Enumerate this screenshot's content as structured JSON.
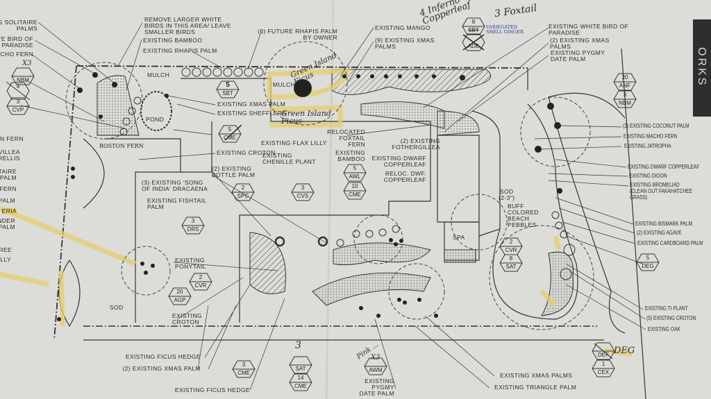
{
  "left_edge_labels": [
    "NG SOLITAIRE\nPALMS",
    "TE BIRD OF\nPARADISE",
    "ACHO FERN",
    "N FERN",
    "VILLEA\nRELLIS",
    "ITAIRE\nPALM",
    "FERN",
    "PALM",
    "ERIA",
    "NDER\nPALM",
    "REE",
    "LLY"
  ],
  "top_labels": {
    "remove_birds": "REMOVE LARGER WHITE\nBIRDS IN THIS AREA/ LEAVE\nSMALLER BIRDS",
    "bamboo": "EXISTING BAMBOO",
    "rhapis": "EXISTING RHAPIS PALM",
    "future_rhapis": "(6) FUTURE RHAPIS PALM\nBY OWNER",
    "mango": "EXISTING MANGO",
    "xmas9": "(9) EXISTING XMAS\nPALMS",
    "white_bird": "EXISTING WHITE BIRD OF\nPARADISE",
    "xmas2": "(2) EXISTING XMAS\nPALMS",
    "pygmy": "EXISTING PYGMY\nDATE PALM"
  },
  "center_labels": {
    "mulch": "MULCH",
    "mulch2": "MULCH",
    "pond": "POND",
    "xmas_palm": "EXISTING XMAS PALM",
    "shefflera": "EXISTING SHEFFLERA",
    "croton": "EXISTING CROTON",
    "flax": "EXISTING FLAX LILLY",
    "chenille": "EXISTING\nCHENILLE PLANT",
    "bottle": "(2) EXISTING\nBOTTLE PALM",
    "dracaena": "(3) EXISTING 'SONG\nOF INDIA' DRACAENA",
    "fishtail": "EXISTING FISHTAIL\nPALM",
    "ponytail": "EXISTING\nPONYTAIL",
    "croton2": "EXISTING\nCROTON",
    "sod": "SOD",
    "foxtail": "RELOCATED\nFOXTAIL\nFERN",
    "bamboo2": "EXISTING\nBAMBOO",
    "fothergillea": "(2) EXISTING\nFOTHERGILLEA",
    "dwarf_copper": "EXISTING DWARF\nCOPPERLEAF",
    "reloc_copper": "RELOC. DWF.\nCOPPERLEAF",
    "sod2": "SOD\n(2-3\")",
    "pebbles": "BUFF\nCOLORED\nBEACH\nPEBBLES",
    "spa": "SPA"
  },
  "right_labels": {
    "coconut": "(2) EXISTING COCONUT PALM",
    "macho": "EXISTING MACHO FERN",
    "jatropha": "EXISTING JATROPHA",
    "dwarf_copper": "EXISTING DWARF COPPERLEAF",
    "dioon": "EXISTING DIOON",
    "bromeliad": "EXISTING BROMELIAD\n(CLEAN OUT FAKAHATCHEE\nGRASS)",
    "bismark": "EXISTING BISMARK PALM",
    "agave": "(2) EXISTING AGAVE",
    "cardboard": "EXISTING CARDBOARD PALM",
    "ti": "EXISTING TI PLANT",
    "croton5": "(5) EXISTING CROTON",
    "oak": "EXISTING OAK"
  },
  "bottom_labels": {
    "ficus1": "EXISTING FICUS HEDGE",
    "xmas2": "(2) EXISTING XMAS PALM",
    "ficus2": "EXISTING FICUS HEDGE",
    "pygmy": "EXISTING\nPYGMY\nDATE PALM",
    "xmas_palms": "EXISTING XMAS PALMS",
    "triangle": "EXISTING TRIANGLE PALM"
  },
  "symbols": [
    {
      "qty": "",
      "code": "NBM"
    },
    {
      "qty": "4",
      "code": ""
    },
    {
      "qty": "3",
      "code": "CVP"
    },
    {
      "qty": "5",
      "code": "SBT"
    },
    {
      "qty": "5",
      "code": "CME"
    },
    {
      "qty": "2",
      "code": "SPC"
    },
    {
      "qty": "3",
      "code": "CVS"
    },
    {
      "qty": "5",
      "code": "AWL"
    },
    {
      "qty": "10",
      "code": "CME"
    },
    {
      "qty": "3",
      "code": "DRS"
    },
    {
      "qty": "2",
      "code": "CVR"
    },
    {
      "qty": "20",
      "code": "AGP"
    },
    {
      "qty": "3",
      "code": "CME"
    },
    {
      "qty": "",
      "code": "SAT"
    },
    {
      "qty": "14",
      "code": "CME"
    },
    {
      "qty": "8",
      "code": "SBT"
    },
    {
      "qty": "",
      "code": "ADB"
    },
    {
      "qty": "20",
      "code": "ANF"
    },
    {
      "qty": "3",
      "code": "NBM"
    },
    {
      "qty": "2",
      "code": "CVR"
    },
    {
      "qty": "8",
      "code": "SAT"
    },
    {
      "qty": "5",
      "code": "DEG"
    },
    {
      "qty": "",
      "code": "DEF"
    },
    {
      "qty": "1",
      "code": "CEX"
    },
    {
      "qty": "",
      "code": "AWM"
    }
  ],
  "handwritten": {
    "inferno": "4 Inferno\nCopperleaf",
    "foxtail": "3 Foxtail",
    "ginger": "VARIEGATED\nSHELL GINGER",
    "green_island1": "Green Island\nFicus",
    "green_island2": "Green Island\nFicus",
    "boston": "BOSTON FERN",
    "x3a": "X3",
    "x3b": "X3",
    "pink": "Pink ...",
    "deg": "DEG",
    "n3": "3"
  },
  "edge_strip_text": "ORKS",
  "colors": {
    "paper": "#dcdcd8",
    "ink": "#2a2a2a",
    "highlight": "#e6cf6a",
    "pen_blue": "#2a3d8f"
  }
}
